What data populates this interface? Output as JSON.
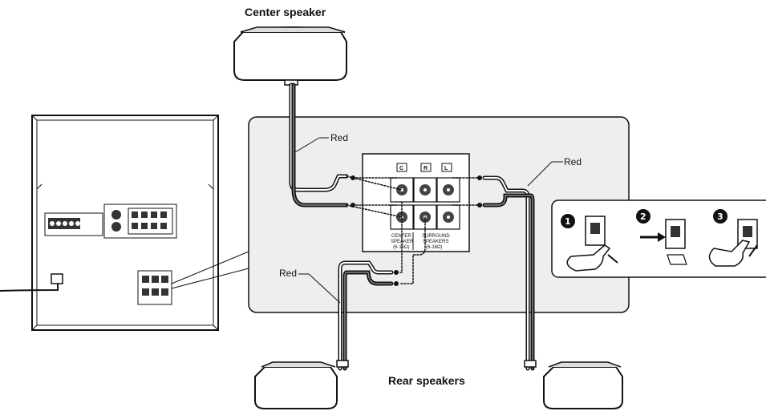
{
  "labels": {
    "center_speaker": "Center speaker",
    "rear_speakers": "Rear speakers",
    "red": "Red"
  },
  "terminal_panel": {
    "channels": [
      "C",
      "R",
      "L"
    ],
    "center_caption_line1": "CENTER",
    "center_caption_line2": "SPEAKER",
    "center_caption_line3": "(6-16Ω)",
    "surround_caption_line1": "SURROUND",
    "surround_caption_line2": "SPEAKERS",
    "surround_caption_line3": "(6-16Ω)"
  },
  "steps": [
    "1",
    "2",
    "3"
  ]
}
